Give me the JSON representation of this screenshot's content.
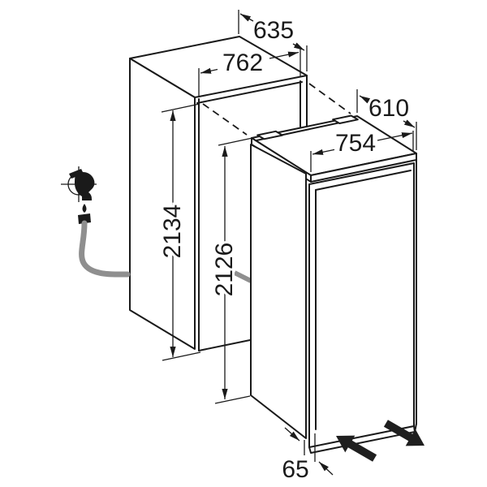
{
  "diagram": {
    "type": "appliance-installation-dimension-drawing",
    "colors": {
      "line": "#1a1a1a",
      "hose": "#8f8f8f",
      "background": "#ffffff",
      "arrow": "#1f1f1f"
    },
    "dimensions": {
      "niche_depth": "635",
      "niche_width": "762",
      "niche_height": "2134",
      "appliance_depth": "610",
      "appliance_width": "754",
      "appliance_height": "2126",
      "base_recess": "65"
    },
    "icons": {
      "water_connection": "water-tap-icon",
      "water_drop": "water-drop-icon",
      "connection_point": "crosshair-icon",
      "slide_direction": "double-direction-arrows"
    }
  }
}
